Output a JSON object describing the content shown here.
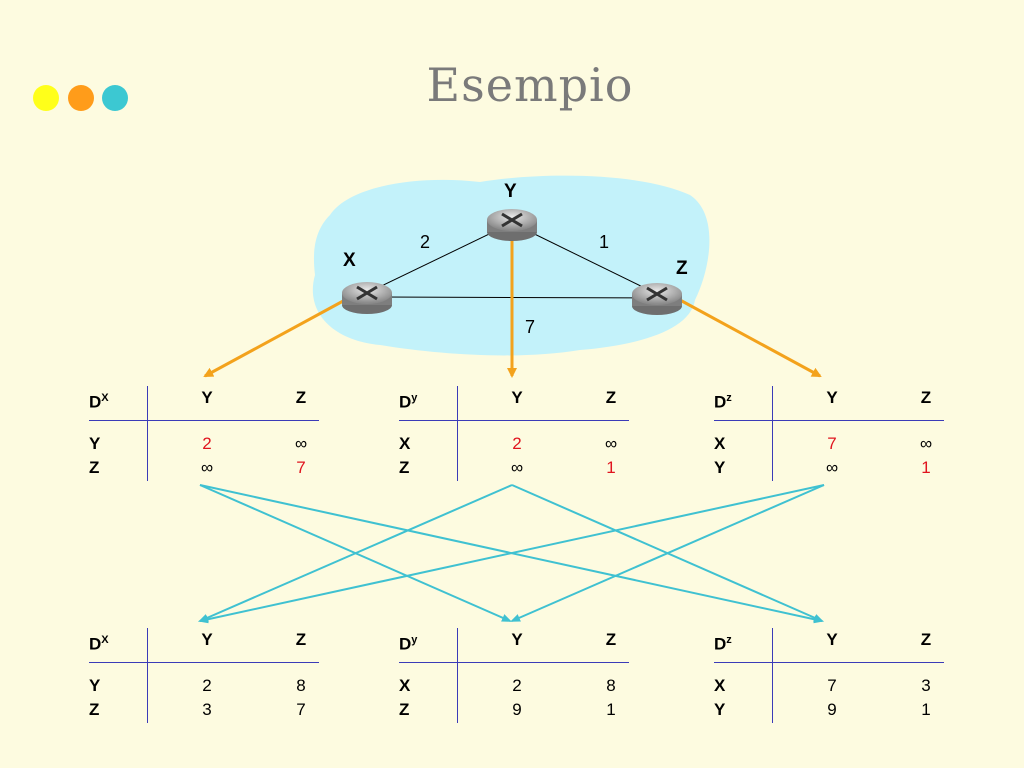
{
  "title": "Esempio",
  "colors": {
    "dot1": "#ffff1a",
    "dot2": "#ff9c1a",
    "dot3": "#3cc8d2",
    "cloud": "#c3f2fa",
    "orange_arrow": "#f3a21c",
    "cyan_arrow": "#3fc1d1",
    "table_line": "#3b3bb8",
    "highlight": "#e0141e"
  },
  "network": {
    "nodes": [
      {
        "id": "X",
        "label": "X"
      },
      {
        "id": "Y",
        "label": "Y"
      },
      {
        "id": "Z",
        "label": "Z"
      }
    ],
    "links": [
      {
        "a": "X",
        "b": "Y",
        "cost": "2"
      },
      {
        "a": "Y",
        "b": "Z",
        "cost": "1"
      },
      {
        "a": "X",
        "b": "Z",
        "cost": "7"
      }
    ]
  },
  "tables_initial": [
    {
      "owner": "X",
      "sup": "X",
      "cols": [
        "Y",
        "Z"
      ],
      "rows": [
        {
          "label": "Y",
          "cells": [
            "2",
            "∞"
          ],
          "red": [
            true,
            false
          ]
        },
        {
          "label": "Z",
          "cells": [
            "∞",
            "7"
          ],
          "red": [
            false,
            true
          ]
        }
      ]
    },
    {
      "owner": "y",
      "sup": "y",
      "cols": [
        "Y",
        "Z"
      ],
      "rows": [
        {
          "label": "X",
          "cells": [
            "2",
            "∞"
          ],
          "red": [
            true,
            false
          ]
        },
        {
          "label": "Z",
          "cells": [
            "∞",
            "1"
          ],
          "red": [
            false,
            true
          ]
        }
      ]
    },
    {
      "owner": "z",
      "sup": "z",
      "cols": [
        "Y",
        "Z"
      ],
      "rows": [
        {
          "label": "X",
          "cells": [
            "7",
            "∞"
          ],
          "red": [
            true,
            false
          ]
        },
        {
          "label": "Y",
          "cells": [
            "∞",
            "1"
          ],
          "red": [
            false,
            true
          ]
        }
      ]
    }
  ],
  "tables_updated": [
    {
      "owner": "X",
      "sup": "X",
      "cols": [
        "Y",
        "Z"
      ],
      "rows": [
        {
          "label": "Y",
          "cells": [
            "2",
            "8"
          ],
          "red": [
            false,
            false
          ]
        },
        {
          "label": "Z",
          "cells": [
            "3",
            "7"
          ],
          "red": [
            false,
            false
          ]
        }
      ]
    },
    {
      "owner": "y",
      "sup": "y",
      "cols": [
        "Y",
        "Z"
      ],
      "rows": [
        {
          "label": "X",
          "cells": [
            "2",
            "8"
          ],
          "red": [
            false,
            false
          ]
        },
        {
          "label": "Z",
          "cells": [
            "9",
            "1"
          ],
          "red": [
            false,
            false
          ]
        }
      ]
    },
    {
      "owner": "z",
      "sup": "z",
      "cols": [
        "Y",
        "Z"
      ],
      "rows": [
        {
          "label": "X",
          "cells": [
            "7",
            "3"
          ],
          "red": [
            false,
            false
          ]
        },
        {
          "label": "Y",
          "cells": [
            "9",
            "1"
          ],
          "red": [
            false,
            false
          ]
        }
      ]
    }
  ]
}
